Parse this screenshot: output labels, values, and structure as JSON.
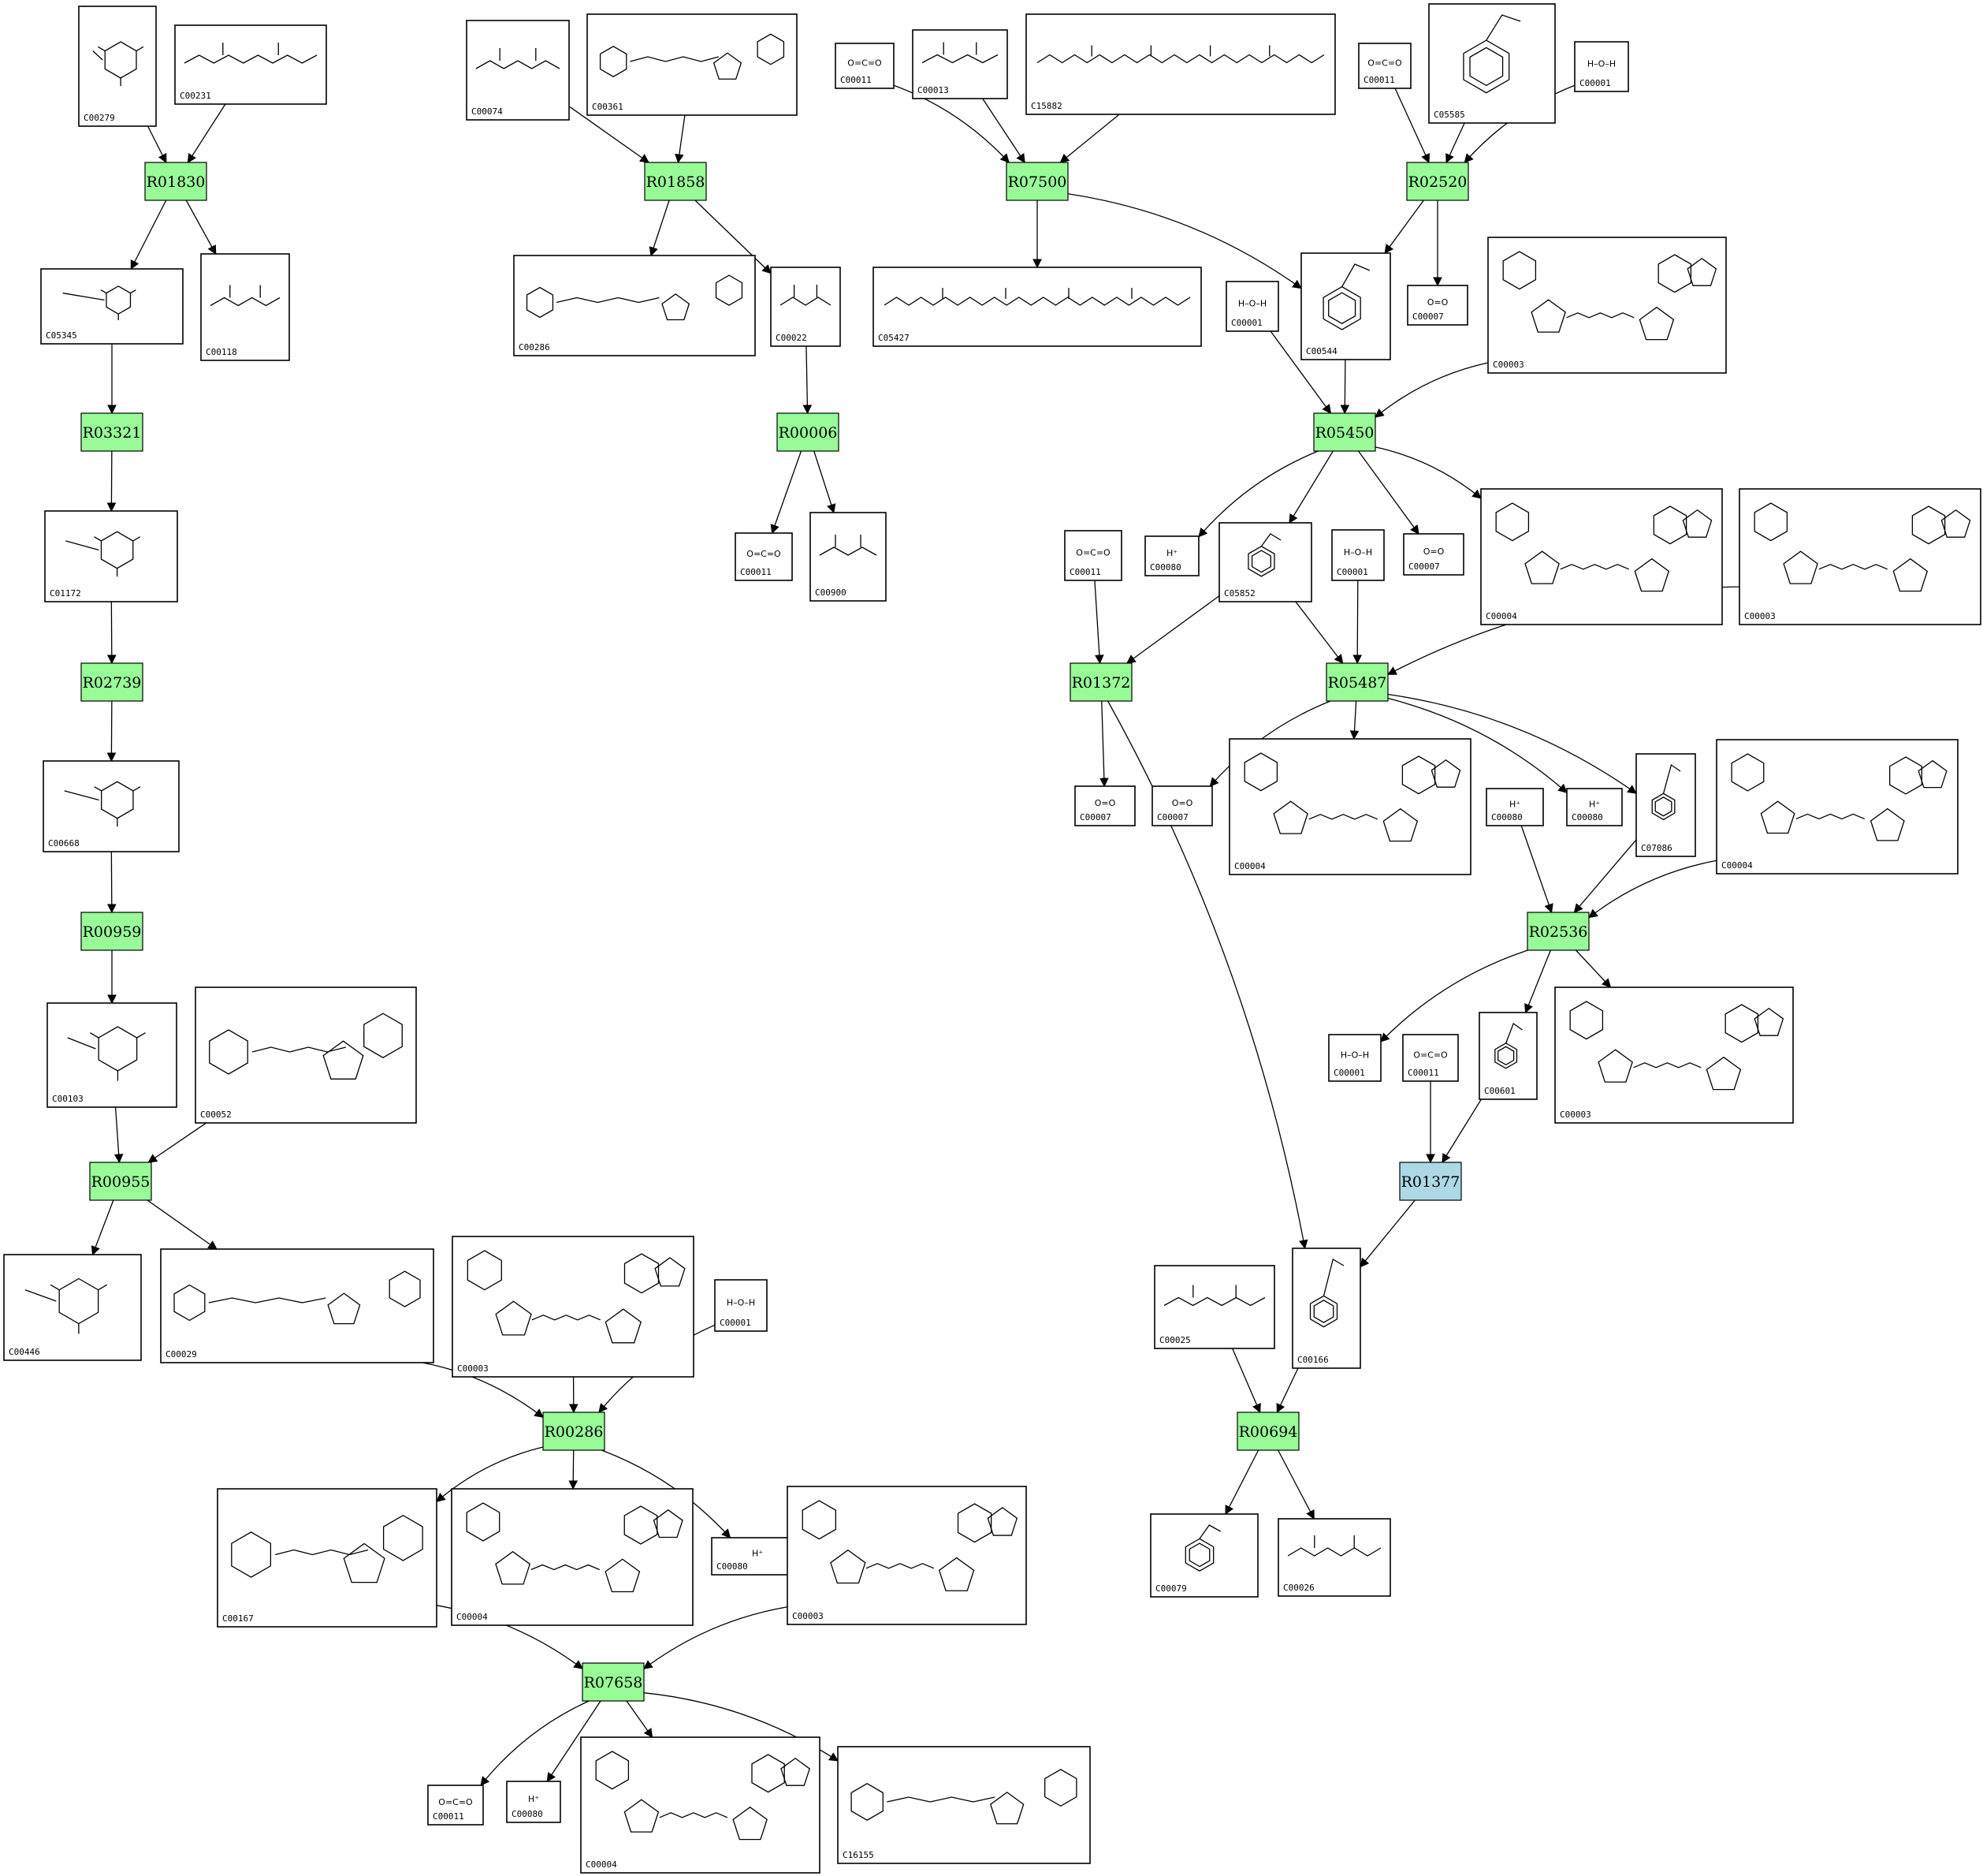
{
  "colors": {
    "reaction_fill": "#98fb98",
    "reaction_highlight_fill": "#add8e6",
    "node_stroke": "#000000",
    "background": "#ffffff"
  },
  "reactions": [
    {
      "id": "R01830",
      "label": "R01830"
    },
    {
      "id": "R03321",
      "label": "R03321"
    },
    {
      "id": "R02739",
      "label": "R02739"
    },
    {
      "id": "R00959",
      "label": "R00959"
    },
    {
      "id": "R00955",
      "label": "R00955"
    },
    {
      "id": "R00286",
      "label": "R00286"
    },
    {
      "id": "R07658",
      "label": "R07658"
    },
    {
      "id": "R01858",
      "label": "R01858"
    },
    {
      "id": "R00006",
      "label": "R00006"
    },
    {
      "id": "R07500",
      "label": "R07500"
    },
    {
      "id": "R02520",
      "label": "R02520"
    },
    {
      "id": "R05450",
      "label": "R05450"
    },
    {
      "id": "R01372",
      "label": "R01372"
    },
    {
      "id": "R05487",
      "label": "R05487"
    },
    {
      "id": "R02536",
      "label": "R02536"
    },
    {
      "id": "R01377",
      "label": "R01377",
      "highlight": true
    },
    {
      "id": "R00694",
      "label": "R00694"
    }
  ],
  "compounds": [
    {
      "key": "c00279a",
      "label": "C00279",
      "structure": "sugar"
    },
    {
      "key": "c00231a",
      "label": "C00231",
      "structure": "chain"
    },
    {
      "key": "c05345a",
      "label": "C05345",
      "structure": "sugar"
    },
    {
      "key": "c00118a",
      "label": "C00118",
      "structure": "chain"
    },
    {
      "key": "c01172a",
      "label": "C01172",
      "structure": "sugar"
    },
    {
      "key": "c00668a",
      "label": "C00668",
      "structure": "sugar"
    },
    {
      "key": "c00103a",
      "label": "C00103",
      "structure": "sugar"
    },
    {
      "key": "c00052a",
      "label": "C00052",
      "structure": "nucleotide"
    },
    {
      "key": "c00446a",
      "label": "C00446",
      "structure": "sugar"
    },
    {
      "key": "c00029a",
      "label": "C00029",
      "structure": "nucleotide"
    },
    {
      "key": "c00003a",
      "label": "C00003",
      "structure": "nad"
    },
    {
      "key": "c00001a",
      "label": "C00001",
      "structure": "water",
      "text": "H–O–H"
    },
    {
      "key": "c00167a",
      "label": "C00167",
      "structure": "nucleotide"
    },
    {
      "key": "c00004a",
      "label": "C00004",
      "structure": "nad"
    },
    {
      "key": "c00080a",
      "label": "C00080",
      "structure": "ion",
      "text": "H⁺"
    },
    {
      "key": "c00003b",
      "label": "C00003",
      "structure": "nad"
    },
    {
      "key": "c00011a",
      "label": "C00011",
      "structure": "co2",
      "text": "O=C=O"
    },
    {
      "key": "c00080b",
      "label": "C00080",
      "structure": "ion",
      "text": "H⁺"
    },
    {
      "key": "c00004b",
      "label": "C00004",
      "structure": "nad"
    },
    {
      "key": "c16155a",
      "label": "C16155",
      "structure": "nucleotide"
    },
    {
      "key": "c00074a",
      "label": "C00074",
      "structure": "chain"
    },
    {
      "key": "c00361a",
      "label": "C00361",
      "structure": "nucleotide"
    },
    {
      "key": "c00286a",
      "label": "C00286",
      "structure": "nucleotide"
    },
    {
      "key": "c00022a",
      "label": "C00022",
      "structure": "chain"
    },
    {
      "key": "c00011b",
      "label": "C00011",
      "structure": "co2",
      "text": "O=C=O"
    },
    {
      "key": "c00900a",
      "label": "C00900",
      "structure": "chain"
    },
    {
      "key": "c00011c",
      "label": "C00011",
      "structure": "co2",
      "text": "O=C=O"
    },
    {
      "key": "c00013a",
      "label": "C00013",
      "structure": "chain"
    },
    {
      "key": "c15882a",
      "label": "C15882",
      "structure": "lipid"
    },
    {
      "key": "c05427a",
      "label": "C05427",
      "structure": "lipid"
    },
    {
      "key": "c00011d",
      "label": "C00011",
      "structure": "co2",
      "text": "O=C=O"
    },
    {
      "key": "c05585a",
      "label": "C05585",
      "structure": "aromatic"
    },
    {
      "key": "c00001b",
      "label": "C00001",
      "structure": "water",
      "text": "H–O–H"
    },
    {
      "key": "c00544a",
      "label": "C00544",
      "structure": "aromatic"
    },
    {
      "key": "c00007a",
      "label": "C00007",
      "structure": "o2",
      "text": "O=O"
    },
    {
      "key": "c00001c",
      "label": "C00001",
      "structure": "water",
      "text": "H–O–H"
    },
    {
      "key": "c00003c",
      "label": "C00003",
      "structure": "nad"
    },
    {
      "key": "c00011e",
      "label": "C00011",
      "structure": "co2",
      "text": "O=C=O"
    },
    {
      "key": "c00080c",
      "label": "C00080",
      "structure": "ion",
      "text": "H⁺"
    },
    {
      "key": "c05852a",
      "label": "C05852",
      "structure": "aromatic"
    },
    {
      "key": "c00001d",
      "label": "C00001",
      "structure": "water",
      "text": "H–O–H"
    },
    {
      "key": "c00007b",
      "label": "C00007",
      "structure": "o2",
      "text": "O=O"
    },
    {
      "key": "c00004c",
      "label": "C00004",
      "structure": "nad"
    },
    {
      "key": "c00003d",
      "label": "C00003",
      "structure": "nad"
    },
    {
      "key": "c00007c",
      "label": "C00007",
      "structure": "o2",
      "text": "O=O"
    },
    {
      "key": "c00007d",
      "label": "C00007",
      "structure": "o2",
      "text": "O=O"
    },
    {
      "key": "c00004d",
      "label": "C00004",
      "structure": "nad"
    },
    {
      "key": "c00080d",
      "label": "C00080",
      "structure": "ion",
      "text": "H⁺"
    },
    {
      "key": "c00080e",
      "label": "C00080",
      "structure": "ion",
      "text": "H⁺"
    },
    {
      "key": "c07086a",
      "label": "C07086",
      "structure": "aromatic"
    },
    {
      "key": "c00004e",
      "label": "C00004",
      "structure": "nad"
    },
    {
      "key": "c00001e",
      "label": "C00001",
      "structure": "water",
      "text": "H–O–H"
    },
    {
      "key": "c00011f",
      "label": "C00011",
      "structure": "co2",
      "text": "O=C=O"
    },
    {
      "key": "c00601a",
      "label": "C00601",
      "structure": "aromatic"
    },
    {
      "key": "c00003e",
      "label": "C00003",
      "structure": "nad"
    },
    {
      "key": "c00025a",
      "label": "C00025",
      "structure": "chain"
    },
    {
      "key": "c00166a",
      "label": "C00166",
      "structure": "aromatic"
    },
    {
      "key": "c00079a",
      "label": "C00079",
      "structure": "aromatic"
    },
    {
      "key": "c00026a",
      "label": "C00026",
      "structure": "chain"
    }
  ],
  "edges": [
    {
      "from": "c00279a",
      "to": "R01830"
    },
    {
      "from": "c00231a",
      "to": "R01830"
    },
    {
      "from": "R01830",
      "to": "c05345a"
    },
    {
      "from": "R01830",
      "to": "c00118a"
    },
    {
      "from": "c05345a",
      "to": "R03321"
    },
    {
      "from": "R03321",
      "to": "c01172a"
    },
    {
      "from": "c01172a",
      "to": "R02739"
    },
    {
      "from": "R02739",
      "to": "c00668a"
    },
    {
      "from": "c00668a",
      "to": "R00959"
    },
    {
      "from": "R00959",
      "to": "c00103a"
    },
    {
      "from": "c00103a",
      "to": "R00955"
    },
    {
      "from": "c00052a",
      "to": "R00955"
    },
    {
      "from": "R00955",
      "to": "c00446a"
    },
    {
      "from": "R00955",
      "to": "c00029a"
    },
    {
      "from": "c00029a",
      "to": "R00286"
    },
    {
      "from": "c00003a",
      "to": "R00286"
    },
    {
      "from": "c00001a",
      "to": "R00286"
    },
    {
      "from": "R00286",
      "to": "c00167a"
    },
    {
      "from": "R00286",
      "to": "c00004a"
    },
    {
      "from": "R00286",
      "to": "c00080a"
    },
    {
      "from": "c00167a",
      "to": "R07658"
    },
    {
      "from": "c00003b",
      "to": "R07658"
    },
    {
      "from": "R07658",
      "to": "c00011a"
    },
    {
      "from": "R07658",
      "to": "c00080b"
    },
    {
      "from": "R07658",
      "to": "c00004b"
    },
    {
      "from": "R07658",
      "to": "c16155a"
    },
    {
      "from": "c00074a",
      "to": "R01858"
    },
    {
      "from": "c00361a",
      "to": "R01858"
    },
    {
      "from": "R01858",
      "to": "c00286a"
    },
    {
      "from": "R01858",
      "to": "c00022a"
    },
    {
      "from": "c00022a",
      "to": "R00006"
    },
    {
      "from": "R00006",
      "to": "c00011b"
    },
    {
      "from": "R00006",
      "to": "c00900a"
    },
    {
      "from": "c00011c",
      "to": "R07500"
    },
    {
      "from": "c00013a",
      "to": "R07500"
    },
    {
      "from": "c15882a",
      "to": "R07500"
    },
    {
      "from": "R07500",
      "to": "c05427a"
    },
    {
      "from": "R07500",
      "to": "c00544a"
    },
    {
      "from": "c00011d",
      "to": "R02520"
    },
    {
      "from": "c05585a",
      "to": "R02520"
    },
    {
      "from": "c00001b",
      "to": "R02520"
    },
    {
      "from": "R02520",
      "to": "c00544a"
    },
    {
      "from": "R02520",
      "to": "c00007a"
    },
    {
      "from": "c00001c",
      "to": "R05450"
    },
    {
      "from": "c00544a",
      "to": "R05450"
    },
    {
      "from": "c00003c",
      "to": "R05450"
    },
    {
      "from": "R05450",
      "to": "c00080c"
    },
    {
      "from": "R05450",
      "to": "c05852a"
    },
    {
      "from": "R05450",
      "to": "c00007b"
    },
    {
      "from": "R05450",
      "to": "c00004c"
    },
    {
      "from": "c00011e",
      "to": "R01372"
    },
    {
      "from": "c05852a",
      "to": "R01372"
    },
    {
      "from": "c05852a",
      "to": "R05487"
    },
    {
      "from": "c00001d",
      "to": "R05487"
    },
    {
      "from": "c00003d",
      "to": "R05487"
    },
    {
      "from": "R01372",
      "to": "c00007c"
    },
    {
      "from": "R01372",
      "to": "c00166a"
    },
    {
      "from": "R05487",
      "to": "c00007d"
    },
    {
      "from": "R05487",
      "to": "c00004d"
    },
    {
      "from": "R05487",
      "to": "c00080e"
    },
    {
      "from": "R05487",
      "to": "c07086a"
    },
    {
      "from": "c00080d",
      "to": "R02536"
    },
    {
      "from": "c07086a",
      "to": "R02536"
    },
    {
      "from": "c00004e",
      "to": "R02536"
    },
    {
      "from": "R02536",
      "to": "c00001e"
    },
    {
      "from": "R02536",
      "to": "c00601a"
    },
    {
      "from": "R02536",
      "to": "c00003e"
    },
    {
      "from": "c00011f",
      "to": "R01377"
    },
    {
      "from": "c00601a",
      "to": "R01377"
    },
    {
      "from": "R01377",
      "to": "c00166a"
    },
    {
      "from": "c00025a",
      "to": "R00694"
    },
    {
      "from": "c00166a",
      "to": "R00694"
    },
    {
      "from": "R00694",
      "to": "c00079a"
    },
    {
      "from": "R00694",
      "to": "c00026a"
    }
  ]
}
